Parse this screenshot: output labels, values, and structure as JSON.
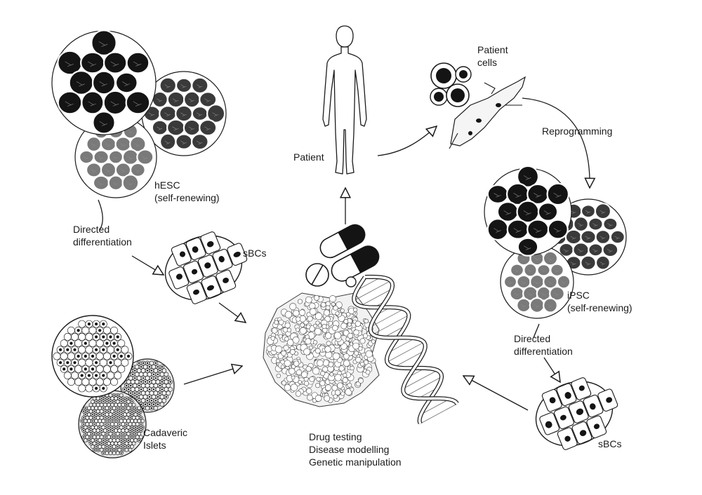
{
  "labels": {
    "patient": "Patient",
    "patient_cells_1": "Patient",
    "patient_cells_2": "cells",
    "reprogramming": "Reprogramming",
    "hesc_1": "hESC",
    "hesc_2": "(self-renewing)",
    "directed_left_1": "Directed",
    "directed_left_2": "differentiation",
    "sbcs_left": "sBCs",
    "ipsc_1": "iPSC",
    "ipsc_2": "(self-renewing)",
    "directed_right_1": "Directed",
    "directed_right_2": "differentiation",
    "sbcs_right": "sBCs",
    "cadaveric_1": "Cadaveric",
    "cadaveric_2": "Islets",
    "uses_1": "Drug testing",
    "uses_2": "Disease modelling",
    "uses_3": "Genetic manipulation"
  },
  "colors": {
    "ink": "#1a1a1a",
    "dark_cells": "#141414",
    "mid_cells": "#3a3a3a",
    "light_cells": "#7a7a7a",
    "background": "#ffffff"
  }
}
